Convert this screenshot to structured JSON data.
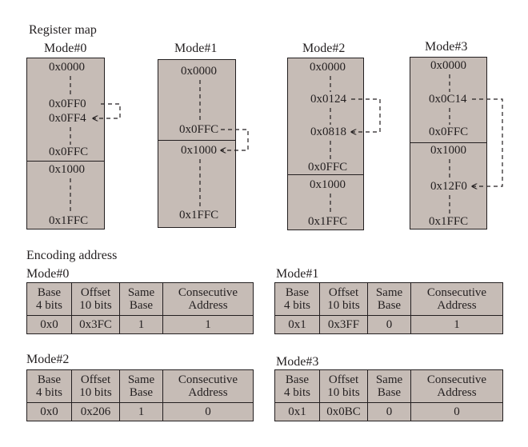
{
  "register_map": {
    "title": "Register map",
    "modes": [
      {
        "label": "Mode#0",
        "upper": {
          "top": "0x0000",
          "a": "0x0FF0",
          "b": "0x0FF4",
          "bottom": "0x0FFC"
        },
        "lower": {
          "top": "0x1000",
          "bottom": "0x1FFC"
        }
      },
      {
        "label": "Mode#1",
        "upper": {
          "top": "0x0000",
          "a": "0x0FFC"
        },
        "lower": {
          "b": "0x1000",
          "bottom": "0x1FFC"
        }
      },
      {
        "label": "Mode#2",
        "upper": {
          "top": "0x0000",
          "a": "0x0124",
          "b": "0x0818",
          "bottom": "0x0FFC"
        },
        "lower": {
          "top": "0x1000",
          "bottom": "0x1FFC"
        }
      },
      {
        "label": "Mode#3",
        "upper": {
          "top": "0x0000",
          "a": "0x0C14",
          "bottom": "0x0FFC"
        },
        "lower": {
          "top": "0x1000",
          "b": "0x12F0",
          "bottom": "0x1FFC"
        }
      }
    ]
  },
  "encoding": {
    "title": "Encoding address",
    "headers": {
      "base": [
        "Base",
        "4 bits"
      ],
      "offset": [
        "Offset",
        "10 bits"
      ],
      "same": [
        "Same",
        "Base"
      ],
      "consecutive": [
        "Consecutive",
        "Address"
      ]
    },
    "tables": [
      {
        "label": "Mode#0",
        "base": "0x0",
        "offset": "0x3FC",
        "same": "1",
        "consecutive": "1"
      },
      {
        "label": "Mode#1",
        "base": "0x1",
        "offset": "0x3FF",
        "same": "0",
        "consecutive": "1"
      },
      {
        "label": "Mode#2",
        "base": "0x0",
        "offset": "0x206",
        "same": "1",
        "consecutive": "0"
      },
      {
        "label": "Mode#3",
        "base": "0x1",
        "offset": "0x0BC",
        "same": "0",
        "consecutive": "0"
      }
    ]
  }
}
